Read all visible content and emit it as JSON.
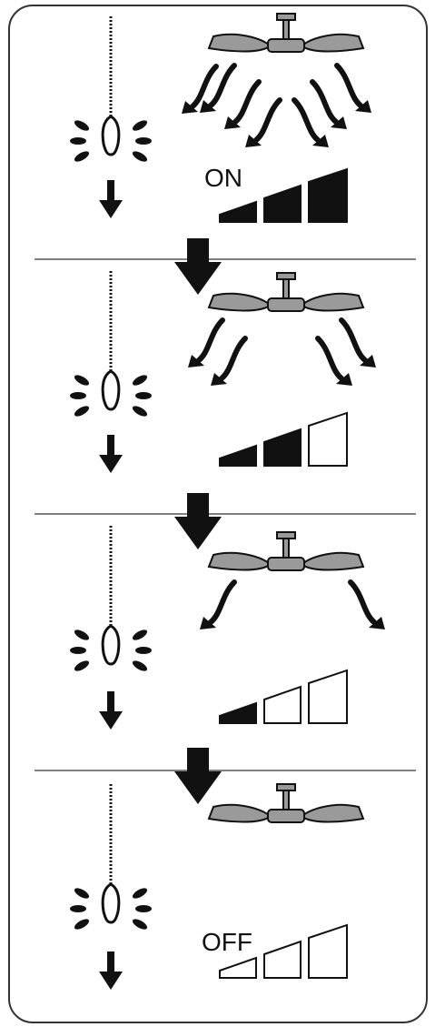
{
  "diagram": {
    "stages": [
      {
        "speed_level": 3,
        "fan_on": true,
        "label": "ON"
      },
      {
        "speed_level": 2,
        "fan_on": true,
        "label": ""
      },
      {
        "speed_level": 1,
        "fan_on": true,
        "label": ""
      },
      {
        "speed_level": 0,
        "fan_on": false,
        "label": "OFF"
      }
    ],
    "colors": {
      "ink": "#111111",
      "paper": "#ffffff",
      "blade": "#9a9a9a",
      "divider": "#555555"
    },
    "icons": [
      "pull-chain-icon",
      "pull-down-arrow-icon",
      "ceiling-fan-icon",
      "airflow-arrow-icon",
      "speed-bar-icon",
      "stage-transition-arrow-icon"
    ]
  }
}
